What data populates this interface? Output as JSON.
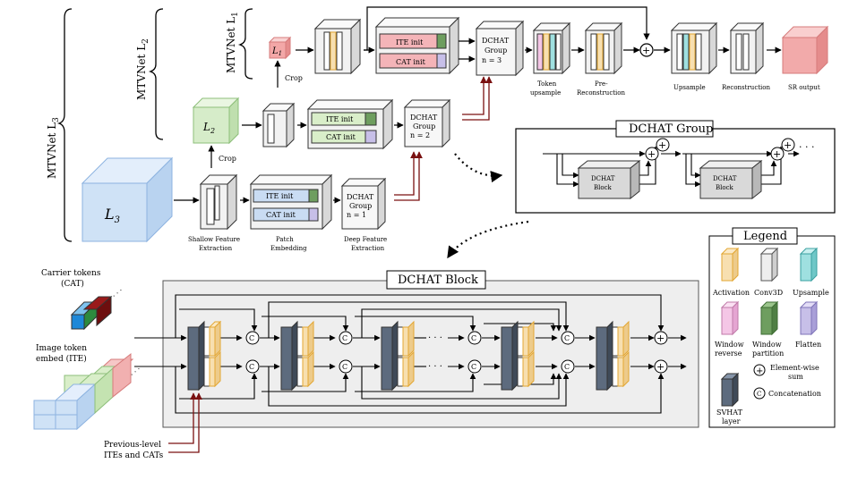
{
  "colors": {
    "activation": "#f7dfb0",
    "activation_stroke": "#e3a733",
    "conv3d": "#eeeeee",
    "upsample": "#9fe0e0",
    "window_reverse": "#f4c6e6",
    "window_partition": "#6e9e5f",
    "flatten": "#c7bfe8",
    "svhat": "#5d6b7e",
    "ite_pink": "#f4b4b8",
    "ite_green": "#d9eec9",
    "ite_blue": "#c9dcf3",
    "l1": "#f3a7a7",
    "l2": "#d6ecc9",
    "l3": "#cfe2f6",
    "sr_output": "#f2aaaa",
    "arrow_red": "#7a1010",
    "dchat_block_bg": "#eeeeee"
  },
  "labels": {
    "mtvnet_l1": "MTVNet L",
    "mtvnet_l1_sub": "1",
    "mtvnet_l2": "MTVNet L",
    "mtvnet_l2_sub": "2",
    "mtvnet_l3": "MTVNet L",
    "mtvnet_l3_sub": "3",
    "l1": "L",
    "l1_sub": "1",
    "l2": "L",
    "l2_sub": "2",
    "l3": "L",
    "l3_sub": "3",
    "crop": "Crop",
    "ite_init": "ITE init",
    "cat_init": "CAT init",
    "dchat": "DCHAT",
    "group": "Group",
    "n3": "n = 3",
    "n2": "n = 2",
    "n1": "n = 1",
    "token_upsample_1": "Token",
    "token_upsample_2": "upsample",
    "prerecon_1": "Pre-",
    "prerecon_2": "Reconstruction",
    "upsample": "Upsample",
    "reconstruction": "Reconstruction",
    "sr_output": "SR output",
    "shallow_1": "Shallow Feature",
    "shallow_2": "Extraction",
    "patch_1": "Patch",
    "patch_2": "Embedding",
    "deep_1": "Deep Feature",
    "deep_2": "Extraction",
    "dchat_group_title": "DCHAT Group",
    "dchat_block_title": "DCHAT Block",
    "block_1": "DCHAT",
    "block_2": "Block",
    "cat_tokens_1": "Carrier tokens",
    "cat_tokens_2": "(CAT)",
    "ite_tokens_1": "Image token",
    "ite_tokens_2": "embed (ITE)",
    "prev_1": "Previous-level",
    "prev_2": "ITEs and CATs",
    "concat_symbol": "C",
    "sum_symbol": "+",
    "ellipsis": "· · ·"
  },
  "legend": {
    "title": "Legend",
    "items": [
      "Activation",
      "Conv3D",
      "Upsample",
      "Window",
      "reverse",
      "Window",
      "partition",
      "Flatten",
      "Element-wise",
      "sum",
      "Concatenation",
      "SVHAT",
      "layer"
    ]
  }
}
